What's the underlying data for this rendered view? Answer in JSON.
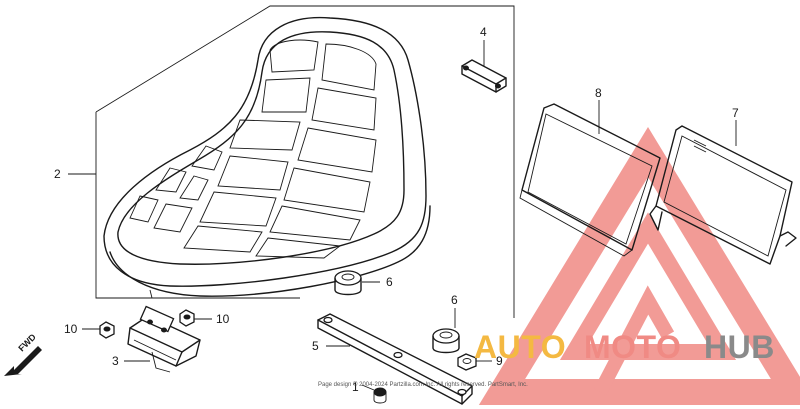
{
  "diagram": {
    "callouts": [
      {
        "id": "c2",
        "label": "2"
      },
      {
        "id": "c4",
        "label": "4"
      },
      {
        "id": "c8",
        "label": "8"
      },
      {
        "id": "c7",
        "label": "7"
      },
      {
        "id": "c6a",
        "label": "6"
      },
      {
        "id": "c6b",
        "label": "6"
      },
      {
        "id": "c10a",
        "label": "10"
      },
      {
        "id": "c10b",
        "label": "10"
      },
      {
        "id": "c3",
        "label": "3"
      },
      {
        "id": "c5",
        "label": "5"
      },
      {
        "id": "c9",
        "label": "9"
      },
      {
        "id": "c1",
        "label": "1"
      }
    ],
    "fwd_label": "FWD",
    "copyright": "Page design © 2004-2024 Partzilla.com Inc. All rights reserved. PartSmart, Inc."
  },
  "watermark": {
    "word_part1": "AUTO",
    "word_part2": "MOTO",
    "word_part3": "HUB",
    "color_red": "#f08a84",
    "color_orange": "#f4b942",
    "color_gray": "#8a8a8a"
  }
}
